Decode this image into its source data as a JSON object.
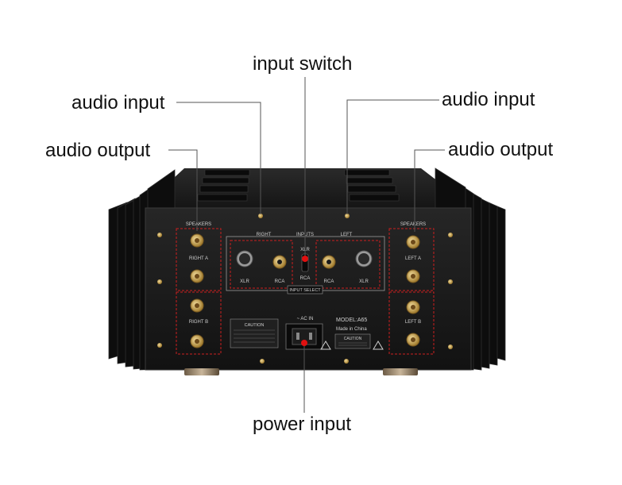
{
  "callouts": {
    "input_switch": "input switch",
    "audio_input_left": "audio input",
    "audio_input_right": "audio input",
    "audio_output_left": "audio output",
    "audio_output_right": "audio output",
    "power_input": "power input"
  },
  "panel": {
    "speakers_left": "SPEAKERS",
    "speakers_right": "SPEAKERS",
    "inputs": "INPUTS",
    "right": "RIGHT",
    "left": "LEFT",
    "right_a": "RIGHT A",
    "right_b": "RIGHT B",
    "left_a": "LEFT A",
    "left_b": "LEFT B",
    "xlr": "XLR",
    "rca": "RCA",
    "input_select": "INPUT SELECT",
    "ac_in": "~ AC IN",
    "model": "MODEL:A65",
    "made_in": "Made in China",
    "caution": "CAUTION"
  },
  "colors": {
    "chassis": "#1a1a1a",
    "heatsink": "#0d0d0d",
    "dashed_box": "#cc1f1f",
    "leader_line": "#555555",
    "gold": "#c9a24a"
  }
}
